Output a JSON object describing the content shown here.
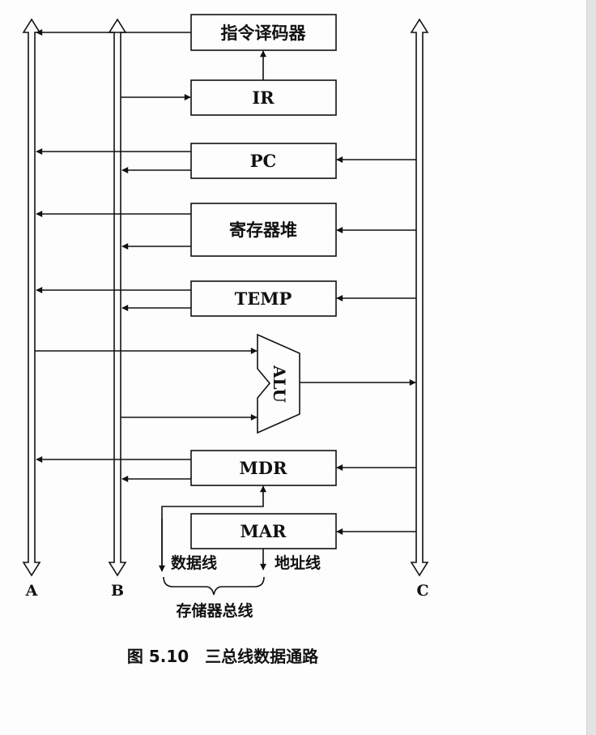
{
  "buses": {
    "a": "A",
    "b": "B",
    "c": "C"
  },
  "blocks": {
    "decoder": "指令译码器",
    "ir": "IR",
    "pc": "PC",
    "regfile": "寄存器堆",
    "temp": "TEMP",
    "alu": "ALU",
    "mdr": "MDR",
    "mar": "MAR"
  },
  "memory_bus": {
    "data_line": "数据线",
    "address_line": "地址线",
    "label": "存储器总线"
  },
  "caption": "图 5.10　三总线数据通路",
  "colors": {
    "line": "#111111",
    "background": "#fdfdfd",
    "scrollbar": "#e3e3e3"
  }
}
